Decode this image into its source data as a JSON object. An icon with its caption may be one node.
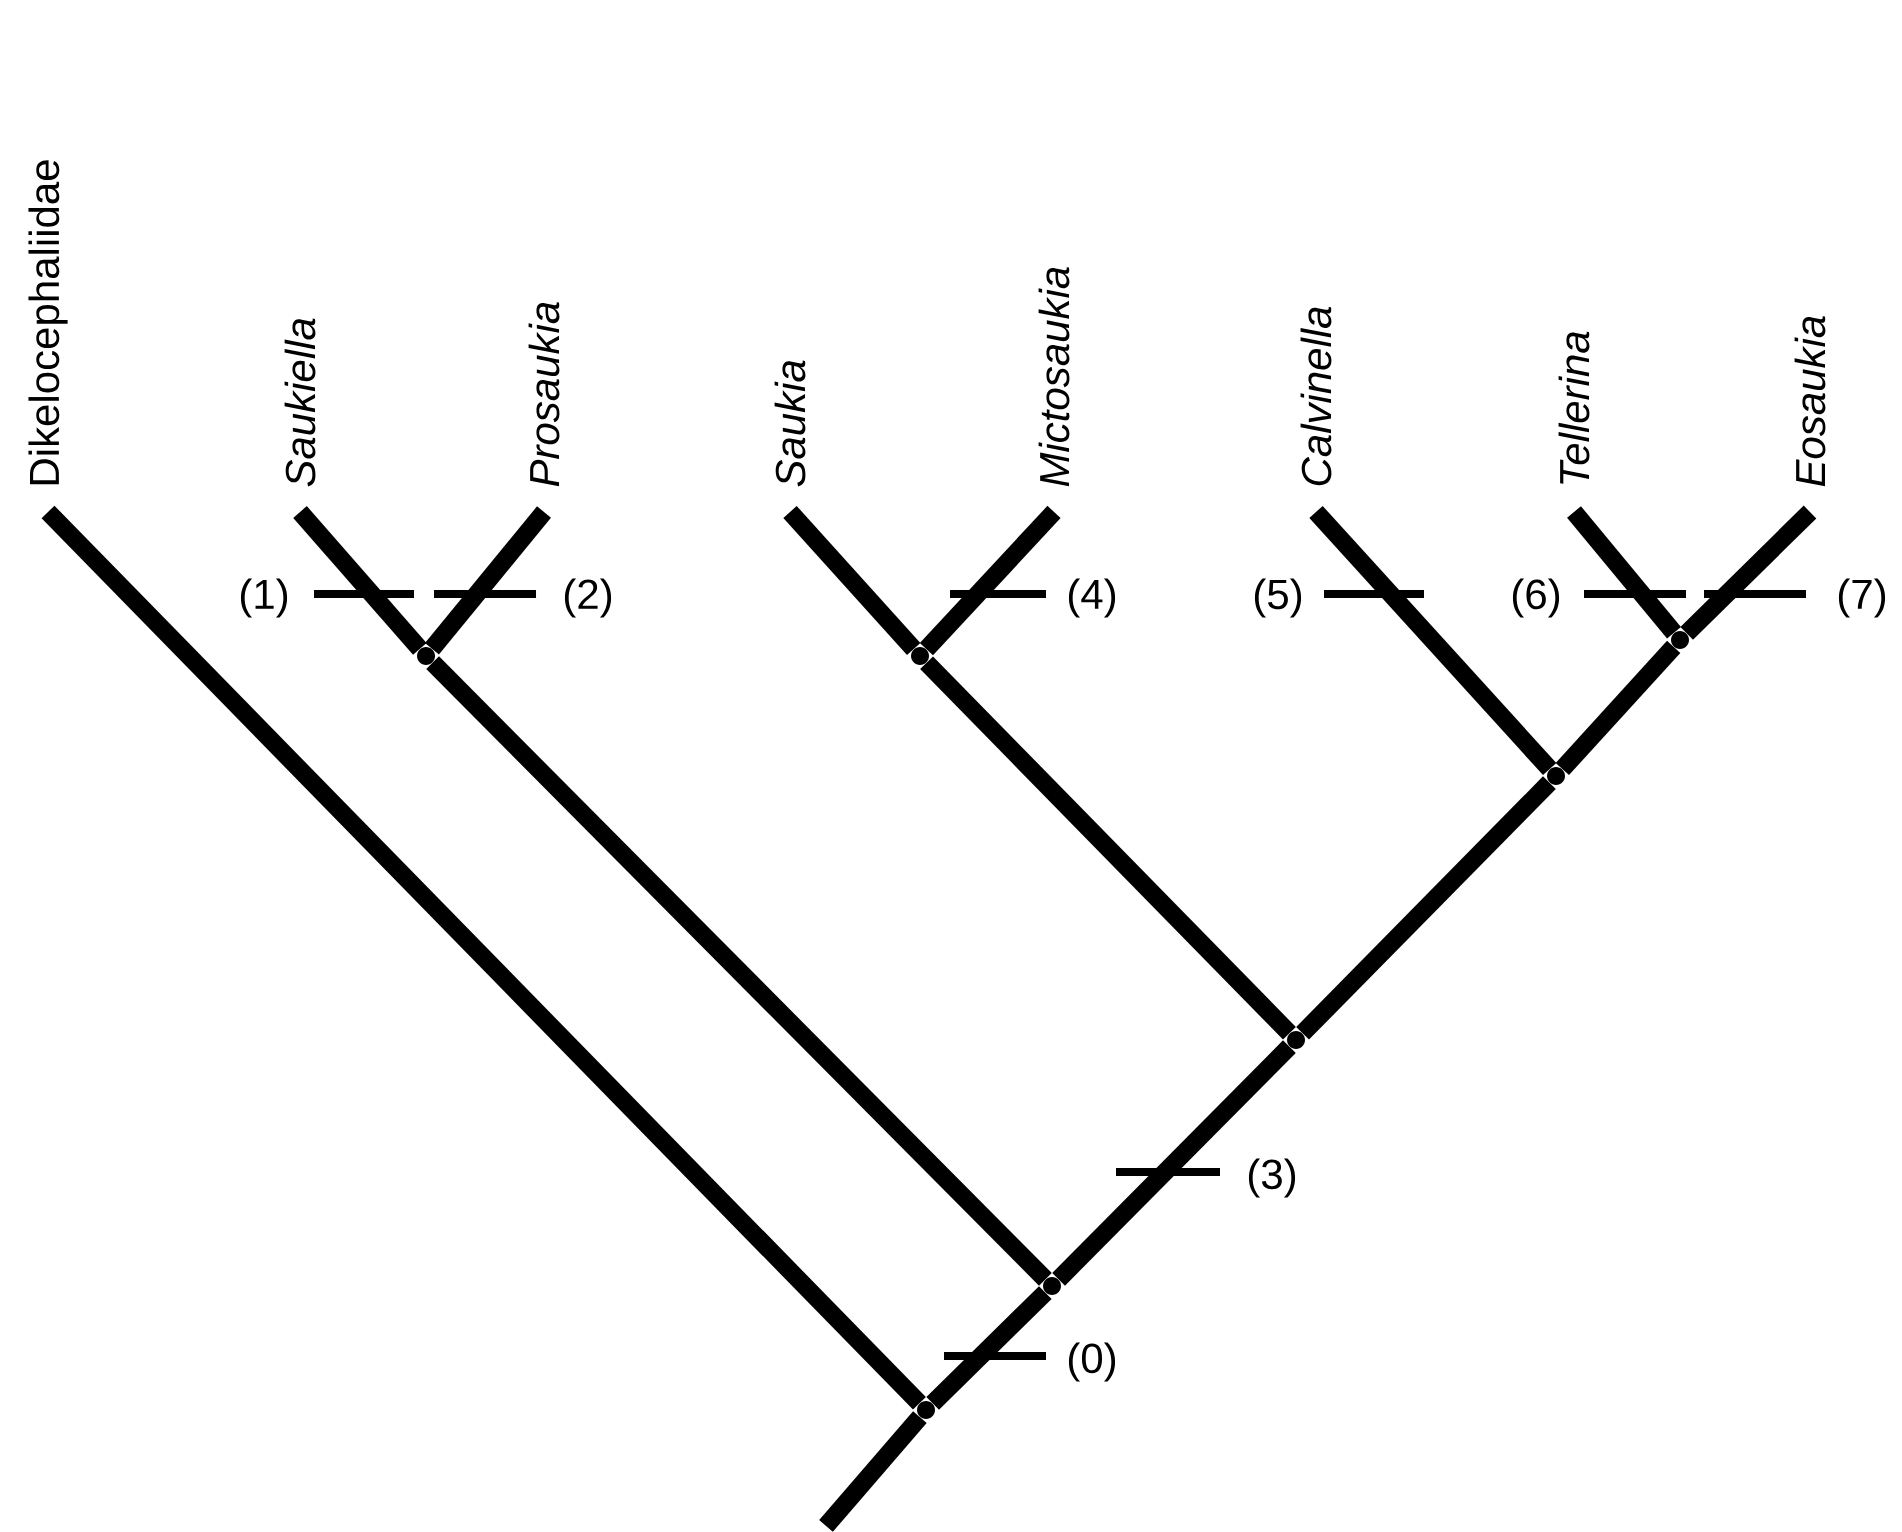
{
  "diagram": {
    "nodes": [
      {
        "text": [
          "Dikelocephaliidae"
        ]
      },
      {
        "text": [
          "Saukiella"
        ]
      },
      {
        "text": [
          "Prosaukia"
        ]
      },
      {
        "text": [
          "Saukia"
        ]
      },
      {
        "text": [
          "Mictosaukia"
        ]
      },
      {
        "text": [
          "Calvinella"
        ]
      },
      {
        "text": [
          "Tellerina"
        ]
      },
      {
        "text": [
          "Eosaukia"
        ]
      },
      {
        "text": [],
        "shape": "point"
      },
      {
        "text": [],
        "shape": "point"
      },
      {
        "text": [],
        "shape": "point"
      },
      {
        "text": [],
        "shape": "point"
      },
      {
        "text": [],
        "shape": "point"
      },
      {
        "text": [],
        "shape": "point"
      },
      {
        "text": [],
        "shape": "point"
      }
    ],
    "edges": [
      {
        "from": null,
        "to": 14,
        "arrow": "none"
      },
      {
        "from": 14,
        "to": 0,
        "arrow": "none"
      },
      {
        "from": 14,
        "to": 13,
        "arrow": "none"
      },
      {
        "from": 13,
        "to": 8,
        "arrow": "none"
      },
      {
        "from": 8,
        "to": 1,
        "arrow": "none"
      },
      {
        "from": 8,
        "to": 2,
        "arrow": "none"
      },
      {
        "from": 13,
        "to": 12,
        "arrow": "none"
      },
      {
        "from": 12,
        "to": 9,
        "arrow": "none"
      },
      {
        "from": 9,
        "to": 3,
        "arrow": "none"
      },
      {
        "from": 9,
        "to": 4,
        "arrow": "none"
      },
      {
        "from": 12,
        "to": 11,
        "arrow": "none"
      },
      {
        "from": 11,
        "to": 5,
        "arrow": "none"
      },
      {
        "from": 11,
        "to": 10,
        "arrow": "none"
      },
      {
        "from": 10,
        "to": 6,
        "arrow": "none"
      },
      {
        "from": 10,
        "to": 7,
        "arrow": "none"
      }
    ],
    "labels": [
      "(1)",
      "(2)",
      "(4)",
      "(5)",
      "(6)",
      "(7)",
      "(3)",
      "(0)"
    ]
  }
}
